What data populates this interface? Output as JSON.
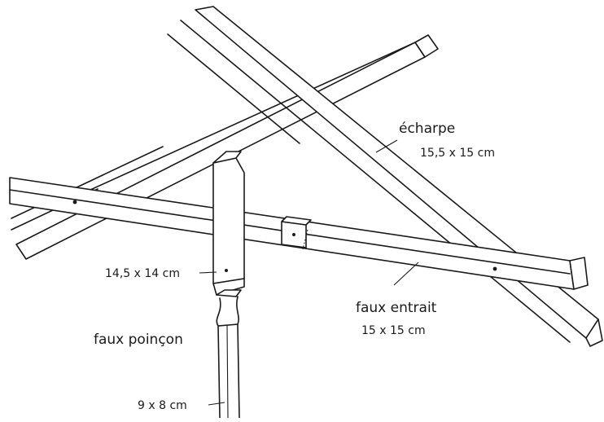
{
  "labels": {
    "echarpe_name": "écharpe",
    "echarpe_size": "15,5 x 15 cm",
    "faux_entrait_name": "faux entrait",
    "faux_entrait_size": "15 x 15 cm",
    "poincon_head_size": "14,5 x 14 cm",
    "faux_poincon_name": "faux poinçon",
    "poincon_shaft_size": "9 x 8 cm"
  }
}
